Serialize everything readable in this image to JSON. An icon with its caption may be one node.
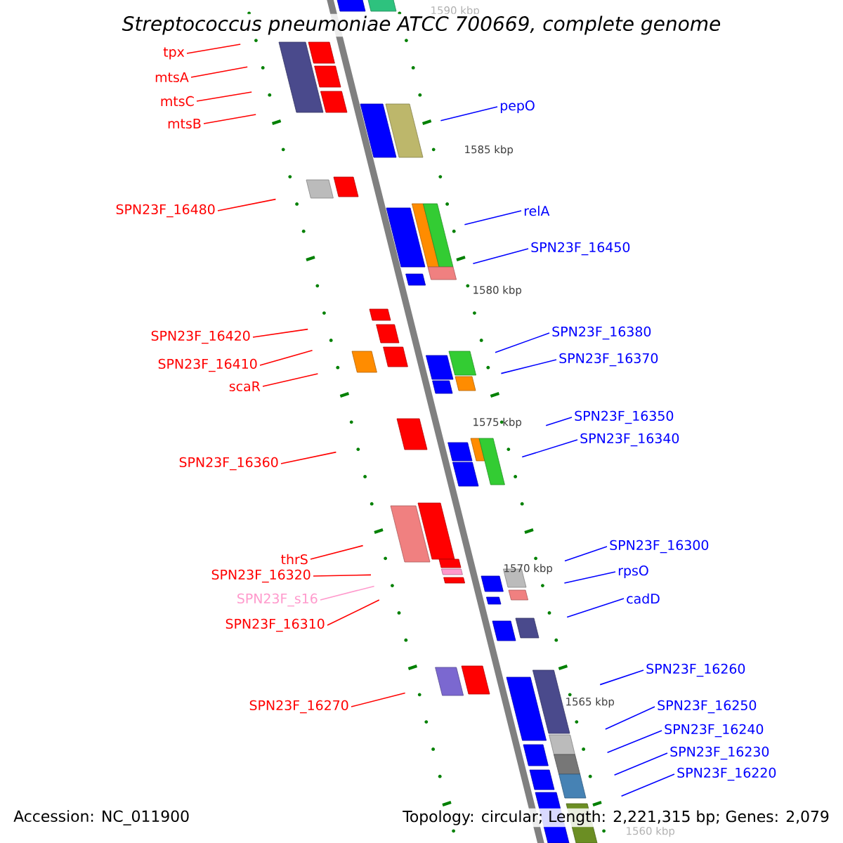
{
  "diagram": {
    "title": "Streptococcus pneumoniae ATCC 700669, complete genome",
    "nodes": [
      {
        "text": [
          "tpx"
        ]
      },
      {
        "text": [
          "mtsA"
        ]
      },
      {
        "text": [
          "mtsC"
        ]
      },
      {
        "text": [
          "mtsB"
        ]
      },
      {
        "text": [
          "SPN23F_16480"
        ]
      },
      {
        "text": [
          "SPN23F_16420"
        ]
      },
      {
        "text": [
          "SPN23F_16410"
        ]
      },
      {
        "text": [
          "scaR"
        ]
      },
      {
        "text": [
          "SPN23F_16360"
        ]
      },
      {
        "text": [
          "thrS"
        ]
      },
      {
        "text": [
          "SPN23F_16320"
        ]
      },
      {
        "text": [
          "SPN23F_s16"
        ]
      },
      {
        "text": [
          "SPN23F_16310"
        ]
      },
      {
        "text": [
          "SPN23F_16270"
        ]
      },
      {
        "text": [
          "pepO"
        ]
      },
      {
        "text": [
          "relA"
        ]
      },
      {
        "text": [
          "SPN23F_16450"
        ]
      },
      {
        "text": [
          "SPN23F_16380"
        ]
      },
      {
        "text": [
          "SPN23F_16370"
        ]
      },
      {
        "text": [
          "SPN23F_16350"
        ]
      },
      {
        "text": [
          "SPN23F_16340"
        ]
      },
      {
        "text": [
          "SPN23F_16300"
        ]
      },
      {
        "text": [
          "rpsO"
        ]
      },
      {
        "text": [
          "cadD"
        ]
      },
      {
        "text": [
          "SPN23F_16260"
        ]
      },
      {
        "text": [
          "SPN23F_16250"
        ]
      },
      {
        "text": [
          "SPN23F_16240"
        ]
      },
      {
        "text": [
          "SPN23F_16230"
        ]
      },
      {
        "text": [
          "SPN23F_16220"
        ]
      }
    ],
    "edges": [
      {
        "from": 0,
        "to": null,
        "arrow": "none",
        "color": "#ff0000"
      },
      {
        "from": 1,
        "to": null,
        "arrow": "none",
        "color": "#ff0000"
      },
      {
        "from": 2,
        "to": null,
        "arrow": "none",
        "color": "#ff0000"
      },
      {
        "from": 3,
        "to": null,
        "arrow": "none",
        "color": "#ff0000"
      },
      {
        "from": 4,
        "to": null,
        "arrow": "none",
        "color": "#ff0000"
      },
      {
        "from": 5,
        "to": null,
        "arrow": "none",
        "color": "#ff0000"
      },
      {
        "from": 6,
        "to": null,
        "arrow": "none",
        "color": "#ff0000"
      },
      {
        "from": 7,
        "to": null,
        "arrow": "none",
        "color": "#ff0000"
      },
      {
        "from": 8,
        "to": null,
        "arrow": "none",
        "color": "#ff0000"
      },
      {
        "from": 9,
        "to": null,
        "arrow": "none",
        "color": "#ff0000"
      },
      {
        "from": 10,
        "to": null,
        "arrow": "none",
        "color": "#ff0000"
      },
      {
        "from": 11,
        "to": null,
        "arrow": "none",
        "color": "#ff99cc"
      },
      {
        "from": 12,
        "to": null,
        "arrow": "none",
        "color": "#ff0000"
      },
      {
        "from": 13,
        "to": null,
        "arrow": "none",
        "color": "#ff0000"
      },
      {
        "from": 14,
        "to": null,
        "arrow": "none"
      },
      {
        "from": 15,
        "to": null,
        "arrow": "none"
      },
      {
        "from": 16,
        "to": null,
        "arrow": "none"
      },
      {
        "from": 17,
        "to": null,
        "arrow": "none"
      },
      {
        "from": 18,
        "to": null,
        "arrow": "none"
      },
      {
        "from": 19,
        "to": null,
        "arrow": "none"
      },
      {
        "from": 20,
        "to": null,
        "arrow": "none"
      },
      {
        "from": 21,
        "to": null,
        "arrow": "none"
      },
      {
        "from": 22,
        "to": null,
        "arrow": "none"
      },
      {
        "from": 23,
        "to": null,
        "arrow": "none"
      },
      {
        "from": 24,
        "to": null,
        "arrow": "none"
      },
      {
        "from": 25,
        "to": null,
        "arrow": "none"
      },
      {
        "from": 26,
        "to": null,
        "arrow": "none"
      },
      {
        "from": 27,
        "to": null,
        "arrow": "none"
      },
      {
        "from": 28,
        "to": null,
        "arrow": "none"
      }
    ],
    "labels": [
      "1590 kbp",
      "1585 kbp",
      "1580 kbp",
      "1575 kbp",
      "1570 kbp",
      "1565 kbp",
      "1560 kbp",
      "Accession: NC_011900",
      "Topology: circular; Length: 2,221,315 bp; Genes: 2,079"
    ]
  }
}
